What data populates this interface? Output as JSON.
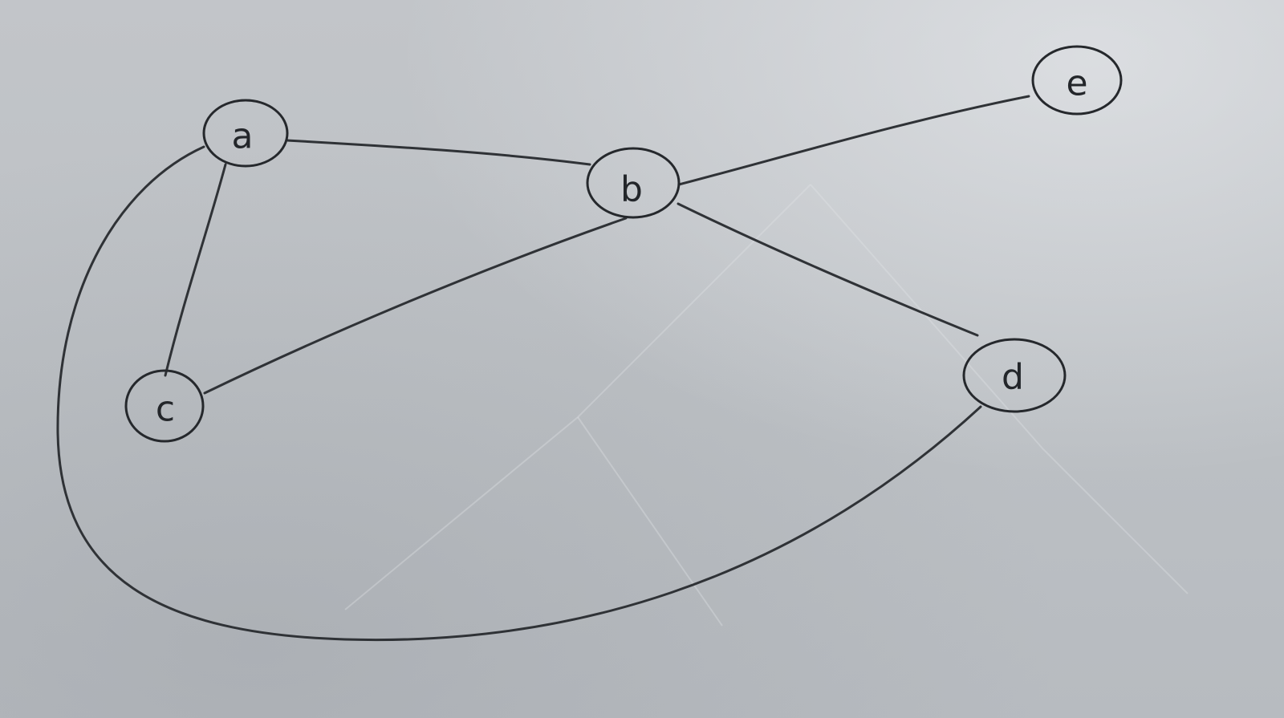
{
  "graph": {
    "nodes": [
      {
        "id": "a",
        "label": "a"
      },
      {
        "id": "b",
        "label": "b"
      },
      {
        "id": "c",
        "label": "c"
      },
      {
        "id": "d",
        "label": "d"
      },
      {
        "id": "e",
        "label": "e"
      }
    ],
    "edges": [
      {
        "from": "a",
        "to": "b"
      },
      {
        "from": "a",
        "to": "c"
      },
      {
        "from": "a",
        "to": "d"
      },
      {
        "from": "b",
        "to": "c"
      },
      {
        "from": "b",
        "to": "d"
      },
      {
        "from": "b",
        "to": "e"
      }
    ]
  }
}
